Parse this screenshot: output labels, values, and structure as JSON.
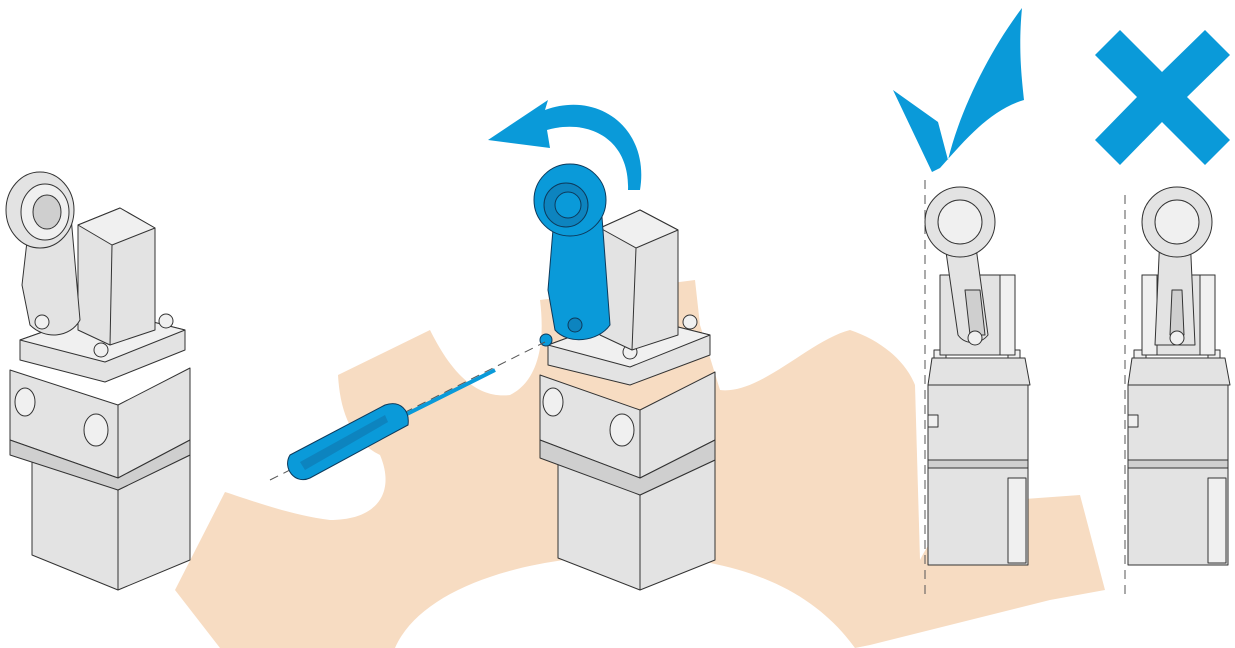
{
  "colors": {
    "background": "#ffffff",
    "gear_watermark": "#f7dcc2",
    "accent_blue": "#0a9ad9",
    "body_grey": "#e3e3e3",
    "outline": "#333333"
  },
  "icons": {
    "correct": "check-mark-icon",
    "incorrect": "cross-mark-icon",
    "rotation": "rotate-counterclockwise-arrow-icon",
    "tool": "screwdriver-icon"
  },
  "steps": [
    {
      "id": "initial-switch",
      "lever_highlight": false
    },
    {
      "id": "adjust-lever",
      "lever_highlight": true
    },
    {
      "id": "correct-alignment",
      "verdict": "correct"
    },
    {
      "id": "incorrect-alignment",
      "verdict": "incorrect"
    }
  ]
}
